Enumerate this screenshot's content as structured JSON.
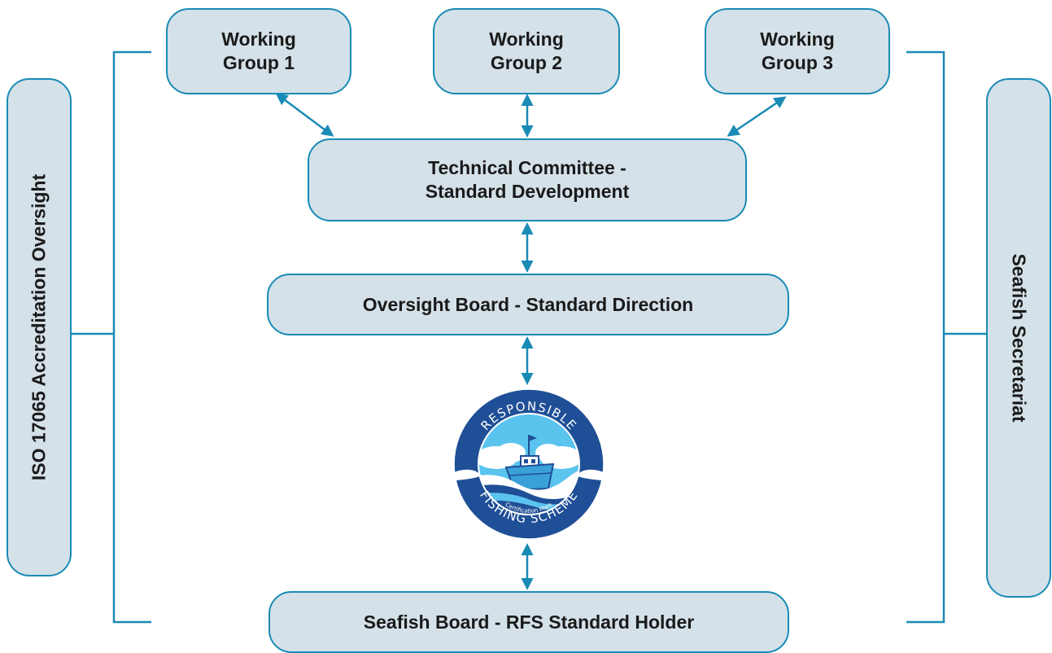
{
  "working_groups": [
    {
      "line1": "Working",
      "line2": "Group 1"
    },
    {
      "line1": "Working",
      "line2": "Group 2"
    },
    {
      "line1": "Working",
      "line2": "Group 3"
    }
  ],
  "technical_committee": {
    "line1": "Technical Committee -",
    "line2": "Standard Development"
  },
  "oversight_board": {
    "label": "Oversight Board - Standard Direction"
  },
  "seafish_board": {
    "label": "Seafish Board - RFS Standard Holder"
  },
  "left_panel": {
    "label": "ISO 17065 Accreditation Oversight"
  },
  "right_panel": {
    "label": "Seafish Secretariat"
  },
  "logo": {
    "top_text": "RESPONSIBLE",
    "bottom_text": "FISHING SCHEME",
    "sub_text": "Certification Mark"
  },
  "colors": {
    "box_fill": "#d4e1e8",
    "box_border": "#1a8bb5",
    "connector": "#1a8bb5",
    "logo_dark": "#1f4f96"
  }
}
